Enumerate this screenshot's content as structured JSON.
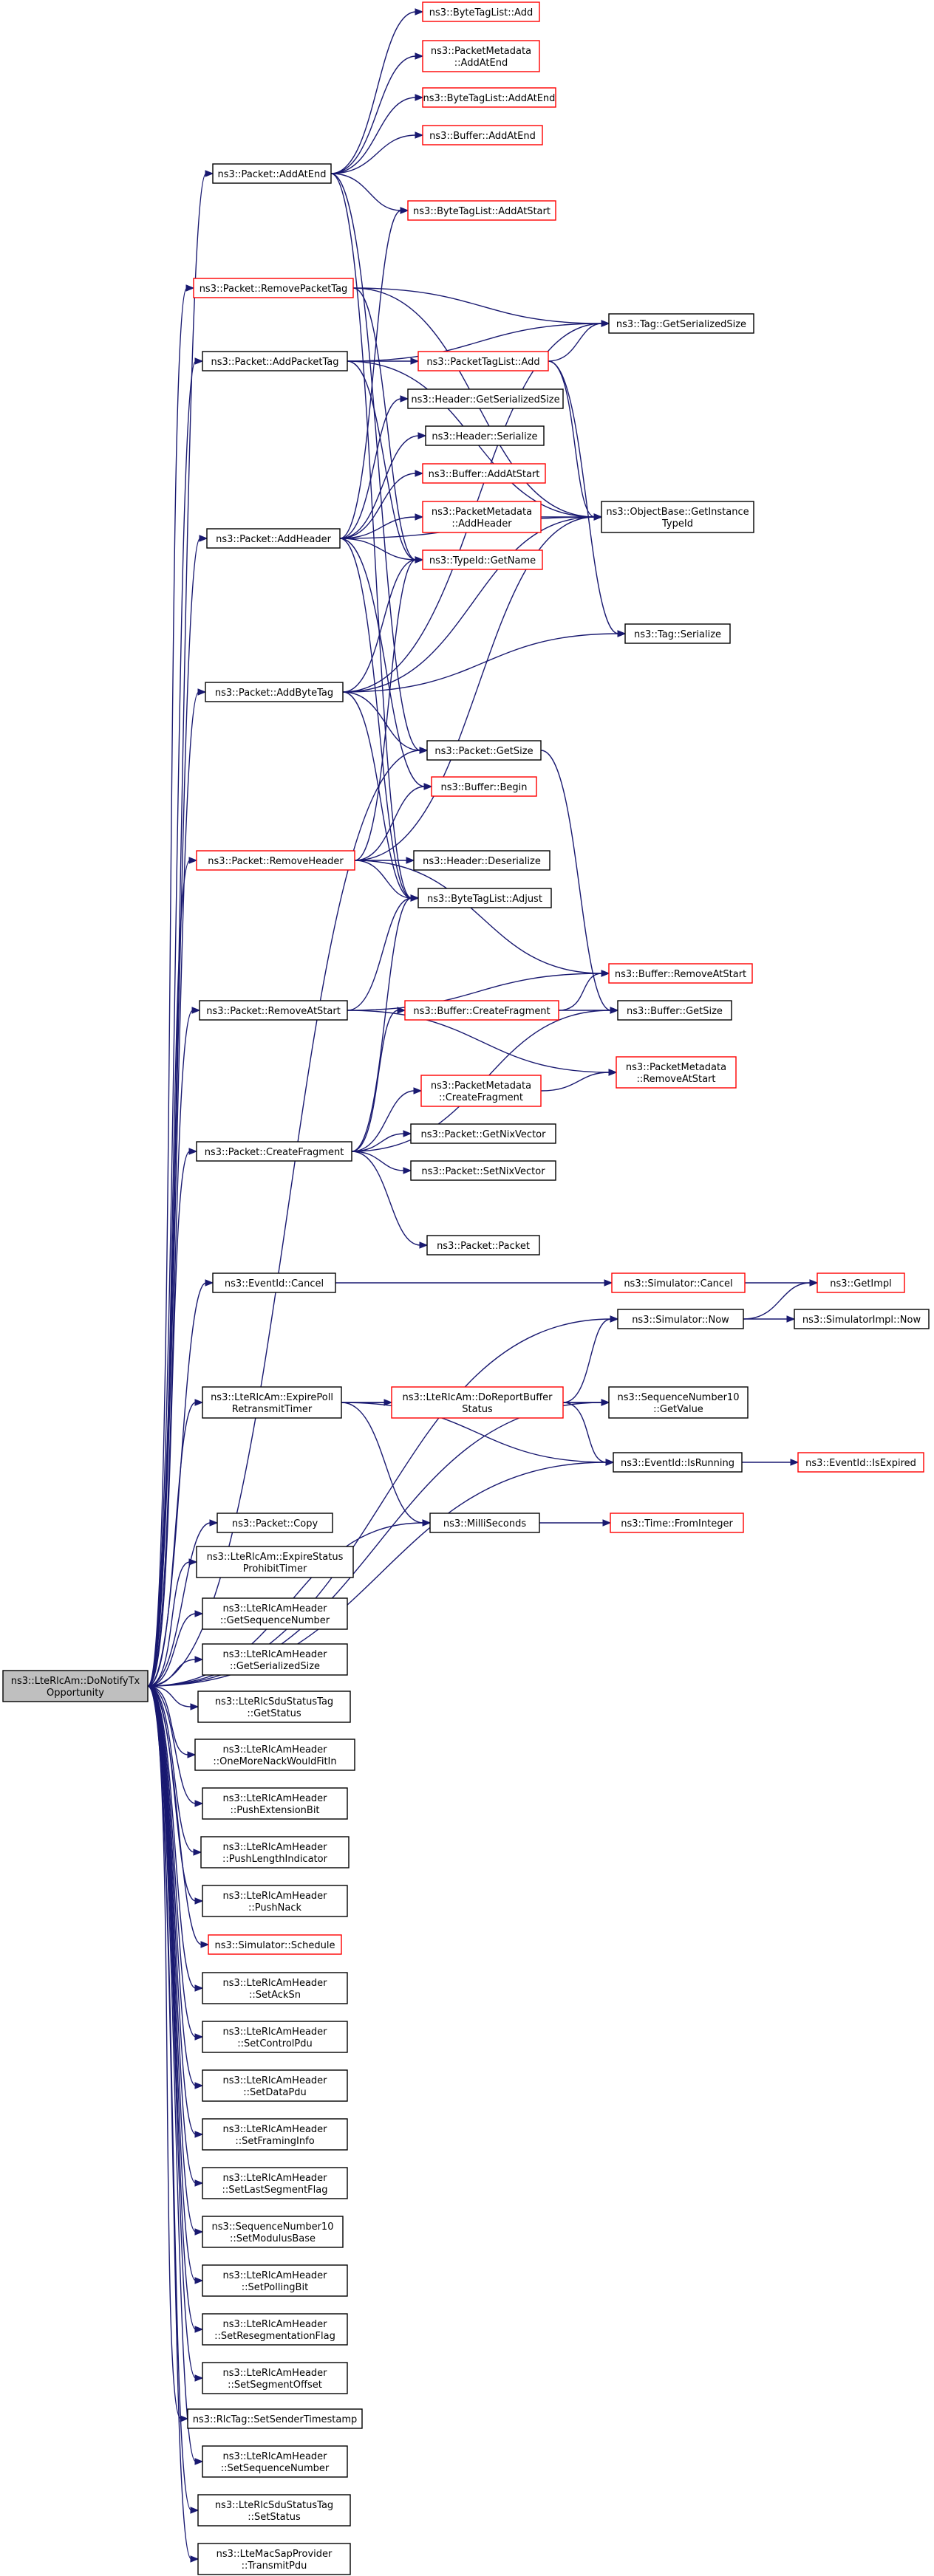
{
  "graph": {
    "title": "",
    "edge_color": "#191970",
    "node_border_default": "#000000",
    "node_border_external": "#ff0000",
    "root_fill": "#bfbfbf",
    "root": "root",
    "nodes": {
      "root": {
        "lines": [
          "ns3::LteRlcAm::DoNotifyTx",
          "Opportunity"
        ],
        "red": false
      },
      "pkt_addatend": {
        "lines": [
          "ns3::Packet::AddAtEnd"
        ],
        "red": false
      },
      "btl_add": {
        "lines": [
          "ns3::ByteTagList::Add"
        ],
        "red": true
      },
      "pm_addatend": {
        "lines": [
          "ns3::PacketMetadata",
          "::AddAtEnd"
        ],
        "red": true
      },
      "btl_addatend": {
        "lines": [
          "ns3::ByteTagList::AddAtEnd"
        ],
        "red": true
      },
      "buf_addatend": {
        "lines": [
          "ns3::Buffer::AddAtEnd"
        ],
        "red": true
      },
      "btl_addatstart": {
        "lines": [
          "ns3::ByteTagList::AddAtStart"
        ],
        "red": true
      },
      "pkt_removepackettag": {
        "lines": [
          "ns3::Packet::RemovePacketTag"
        ],
        "red": true
      },
      "tag_getserializedsize": {
        "lines": [
          "ns3::Tag::GetSerializedSize"
        ],
        "red": false
      },
      "pkt_addpackettag": {
        "lines": [
          "ns3::Packet::AddPacketTag"
        ],
        "red": false
      },
      "ptl_add": {
        "lines": [
          "ns3::PacketTagList::Add"
        ],
        "red": true
      },
      "hdr_getserializedsize": {
        "lines": [
          "ns3::Header::GetSerializedSize"
        ],
        "red": false
      },
      "hdr_serialize": {
        "lines": [
          "ns3::Header::Serialize"
        ],
        "red": false
      },
      "buf_addatstart": {
        "lines": [
          "ns3::Buffer::AddAtStart"
        ],
        "red": true
      },
      "objbase_getinstancetypeid": {
        "lines": [
          "ns3::ObjectBase::GetInstance",
          "TypeId"
        ],
        "red": false
      },
      "pkt_addheader": {
        "lines": [
          "ns3::Packet::AddHeader"
        ],
        "red": false
      },
      "pm_addheader": {
        "lines": [
          "ns3::PacketMetadata",
          "::AddHeader"
        ],
        "red": true
      },
      "typeid_getname": {
        "lines": [
          "ns3::TypeId::GetName"
        ],
        "red": true
      },
      "tag_serialize": {
        "lines": [
          "ns3::Tag::Serialize"
        ],
        "red": false
      },
      "pkt_addbytetag": {
        "lines": [
          "ns3::Packet::AddByteTag"
        ],
        "red": false
      },
      "pkt_getsize": {
        "lines": [
          "ns3::Packet::GetSize"
        ],
        "red": false
      },
      "buf_begin": {
        "lines": [
          "ns3::Buffer::Begin"
        ],
        "red": true
      },
      "pkt_removeheader": {
        "lines": [
          "ns3::Packet::RemoveHeader"
        ],
        "red": true
      },
      "hdr_deserialize": {
        "lines": [
          "ns3::Header::Deserialize"
        ],
        "red": false
      },
      "btl_adjust": {
        "lines": [
          "ns3::ByteTagList::Adjust"
        ],
        "red": false
      },
      "buf_removeatstart": {
        "lines": [
          "ns3::Buffer::RemoveAtStart"
        ],
        "red": true
      },
      "pkt_removeatstart": {
        "lines": [
          "ns3::Packet::RemoveAtStart"
        ],
        "red": false
      },
      "buf_createfragment": {
        "lines": [
          "ns3::Buffer::CreateFragment"
        ],
        "red": true
      },
      "buf_getsize": {
        "lines": [
          "ns3::Buffer::GetSize"
        ],
        "red": false
      },
      "pm_removeatstart": {
        "lines": [
          "ns3::PacketMetadata",
          "::RemoveAtStart"
        ],
        "red": true
      },
      "pm_createfragment": {
        "lines": [
          "ns3::PacketMetadata",
          "::CreateFragment"
        ],
        "red": true
      },
      "pkt_createfragment": {
        "lines": [
          "ns3::Packet::CreateFragment"
        ],
        "red": false
      },
      "pkt_getnixvector": {
        "lines": [
          "ns3::Packet::GetNixVector"
        ],
        "red": false
      },
      "pkt_setnixvector": {
        "lines": [
          "ns3::Packet::SetNixVector"
        ],
        "red": false
      },
      "pkt_packet": {
        "lines": [
          "ns3::Packet::Packet"
        ],
        "red": false
      },
      "eventid_cancel": {
        "lines": [
          "ns3::EventId::Cancel"
        ],
        "red": false
      },
      "sim_cancel": {
        "lines": [
          "ns3::Simulator::Cancel"
        ],
        "red": true
      },
      "getimpl": {
        "lines": [
          "ns3::GetImpl"
        ],
        "red": true
      },
      "sim_now": {
        "lines": [
          "ns3::Simulator::Now"
        ],
        "red": false
      },
      "simimpl_now": {
        "lines": [
          "ns3::SimulatorImpl::Now"
        ],
        "red": false
      },
      "expirepoll": {
        "lines": [
          "ns3::LteRlcAm::ExpirePoll",
          "RetransmitTimer"
        ],
        "red": false
      },
      "doreportbuffer": {
        "lines": [
          "ns3::LteRlcAm::DoReportBuffer",
          "Status"
        ],
        "red": true
      },
      "seqnum_getvalue": {
        "lines": [
          "ns3::SequenceNumber10",
          "::GetValue"
        ],
        "red": false
      },
      "eventid_isrunning": {
        "lines": [
          "ns3::EventId::IsRunning"
        ],
        "red": false
      },
      "eventid_isexpired": {
        "lines": [
          "ns3::EventId::IsExpired"
        ],
        "red": true
      },
      "pkt_copy": {
        "lines": [
          "ns3::Packet::Copy"
        ],
        "red": false
      },
      "milliseconds": {
        "lines": [
          "ns3::MilliSeconds"
        ],
        "red": false
      },
      "time_frominteger": {
        "lines": [
          "ns3::Time::FromInteger"
        ],
        "red": true
      },
      "expirestatus": {
        "lines": [
          "ns3::LteRlcAm::ExpireStatus",
          "ProhibitTimer"
        ],
        "red": false
      },
      "hdr_getseqnum": {
        "lines": [
          "ns3::LteRlcAmHeader",
          "::GetSequenceNumber"
        ],
        "red": false
      },
      "hdr_getsersize": {
        "lines": [
          "ns3::LteRlcAmHeader",
          "::GetSerializedSize"
        ],
        "red": false
      },
      "sdustatustag_getstatus": {
        "lines": [
          "ns3::LteRlcSduStatusTag",
          "::GetStatus"
        ],
        "red": false
      },
      "hdr_onemorenack": {
        "lines": [
          "ns3::LteRlcAmHeader",
          "::OneMoreNackWouldFitIn"
        ],
        "red": false
      },
      "hdr_pushextbit": {
        "lines": [
          "ns3::LteRlcAmHeader",
          "::PushExtensionBit"
        ],
        "red": false
      },
      "hdr_pushlenind": {
        "lines": [
          "ns3::LteRlcAmHeader",
          "::PushLengthIndicator"
        ],
        "red": false
      },
      "hdr_pushnack": {
        "lines": [
          "ns3::LteRlcAmHeader",
          "::PushNack"
        ],
        "red": false
      },
      "sim_schedule": {
        "lines": [
          "ns3::Simulator::Schedule"
        ],
        "red": true
      },
      "hdr_setacksn": {
        "lines": [
          "ns3::LteRlcAmHeader",
          "::SetAckSn"
        ],
        "red": false
      },
      "hdr_setcontrolpdu": {
        "lines": [
          "ns3::LteRlcAmHeader",
          "::SetControlPdu"
        ],
        "red": false
      },
      "hdr_setdatapdu": {
        "lines": [
          "ns3::LteRlcAmHeader",
          "::SetDataPdu"
        ],
        "red": false
      },
      "hdr_setframinginfo": {
        "lines": [
          "ns3::LteRlcAmHeader",
          "::SetFramingInfo"
        ],
        "red": false
      },
      "hdr_setlastseg": {
        "lines": [
          "ns3::LteRlcAmHeader",
          "::SetLastSegmentFlag"
        ],
        "red": false
      },
      "seqnum_setmodulus": {
        "lines": [
          "ns3::SequenceNumber10",
          "::SetModulusBase"
        ],
        "red": false
      },
      "hdr_setpollingbit": {
        "lines": [
          "ns3::LteRlcAmHeader",
          "::SetPollingBit"
        ],
        "red": false
      },
      "hdr_setresegflag": {
        "lines": [
          "ns3::LteRlcAmHeader",
          "::SetResegmentationFlag"
        ],
        "red": false
      },
      "hdr_setsegoffset": {
        "lines": [
          "ns3::LteRlcAmHeader",
          "::SetSegmentOffset"
        ],
        "red": false
      },
      "rlctag_setsender": {
        "lines": [
          "ns3::RlcTag::SetSenderTimestamp"
        ],
        "red": false
      },
      "hdr_setseqnum": {
        "lines": [
          "ns3::LteRlcAmHeader",
          "::SetSequenceNumber"
        ],
        "red": false
      },
      "sdustatustag_setstatus": {
        "lines": [
          "ns3::LteRlcSduStatusTag",
          "::SetStatus"
        ],
        "red": false
      },
      "macsap_transmitpdu": {
        "lines": [
          "ns3::LteMacSapProvider",
          "::TransmitPdu"
        ],
        "red": false
      }
    },
    "edges": [
      [
        "root",
        "pkt_addatend"
      ],
      [
        "root",
        "pkt_removepackettag"
      ],
      [
        "root",
        "pkt_addpackettag"
      ],
      [
        "root",
        "pkt_addheader"
      ],
      [
        "root",
        "pkt_addbytetag"
      ],
      [
        "root",
        "pkt_getsize"
      ],
      [
        "root",
        "pkt_removeheader"
      ],
      [
        "root",
        "pkt_removeatstart"
      ],
      [
        "root",
        "pkt_createfragment"
      ],
      [
        "root",
        "eventid_cancel"
      ],
      [
        "root",
        "sim_now"
      ],
      [
        "root",
        "expirepoll"
      ],
      [
        "root",
        "seqnum_getvalue"
      ],
      [
        "root",
        "eventid_isrunning"
      ],
      [
        "root",
        "pkt_copy"
      ],
      [
        "root",
        "milliseconds"
      ],
      [
        "root",
        "expirestatus"
      ],
      [
        "root",
        "hdr_getseqnum"
      ],
      [
        "root",
        "hdr_getsersize"
      ],
      [
        "root",
        "sdustatustag_getstatus"
      ],
      [
        "root",
        "hdr_onemorenack"
      ],
      [
        "root",
        "hdr_pushextbit"
      ],
      [
        "root",
        "hdr_pushlenind"
      ],
      [
        "root",
        "hdr_pushnack"
      ],
      [
        "root",
        "sim_schedule"
      ],
      [
        "root",
        "hdr_setacksn"
      ],
      [
        "root",
        "hdr_setcontrolpdu"
      ],
      [
        "root",
        "hdr_setdatapdu"
      ],
      [
        "root",
        "hdr_setframinginfo"
      ],
      [
        "root",
        "hdr_setlastseg"
      ],
      [
        "root",
        "seqnum_setmodulus"
      ],
      [
        "root",
        "hdr_setpollingbit"
      ],
      [
        "root",
        "hdr_setresegflag"
      ],
      [
        "root",
        "hdr_setsegoffset"
      ],
      [
        "root",
        "rlctag_setsender"
      ],
      [
        "root",
        "hdr_setseqnum"
      ],
      [
        "root",
        "sdustatustag_setstatus"
      ],
      [
        "root",
        "macsap_transmitpdu"
      ],
      [
        "pkt_addatend",
        "btl_add"
      ],
      [
        "pkt_addatend",
        "pm_addatend"
      ],
      [
        "pkt_addatend",
        "btl_addatend"
      ],
      [
        "pkt_addatend",
        "buf_addatend"
      ],
      [
        "pkt_addatend",
        "btl_addatstart"
      ],
      [
        "pkt_addatend",
        "pkt_getsize"
      ],
      [
        "pkt_addatend",
        "btl_adjust"
      ],
      [
        "pkt_removepackettag",
        "tag_getserializedsize"
      ],
      [
        "pkt_removepackettag",
        "objbase_getinstancetypeid"
      ],
      [
        "pkt_removepackettag",
        "typeid_getname"
      ],
      [
        "pkt_addpackettag",
        "ptl_add"
      ],
      [
        "pkt_addpackettag",
        "tag_getserializedsize"
      ],
      [
        "pkt_addpackettag",
        "objbase_getinstancetypeid"
      ],
      [
        "pkt_addpackettag",
        "typeid_getname"
      ],
      [
        "ptl_add",
        "tag_getserializedsize"
      ],
      [
        "ptl_add",
        "objbase_getinstancetypeid"
      ],
      [
        "ptl_add",
        "tag_serialize"
      ],
      [
        "pkt_addheader",
        "btl_addatstart"
      ],
      [
        "pkt_addheader",
        "hdr_getserializedsize"
      ],
      [
        "pkt_addheader",
        "hdr_serialize"
      ],
      [
        "pkt_addheader",
        "buf_addatstart"
      ],
      [
        "pkt_addheader",
        "pm_addheader"
      ],
      [
        "pkt_addheader",
        "typeid_getname"
      ],
      [
        "pkt_addheader",
        "objbase_getinstancetypeid"
      ],
      [
        "pkt_addheader",
        "buf_begin"
      ],
      [
        "pkt_addheader",
        "btl_adjust"
      ],
      [
        "pm_addheader",
        "objbase_getinstancetypeid"
      ],
      [
        "pkt_addbytetag",
        "tag_getserializedsize"
      ],
      [
        "pkt_addbytetag",
        "objbase_getinstancetypeid"
      ],
      [
        "pkt_addbytetag",
        "typeid_getname"
      ],
      [
        "pkt_addbytetag",
        "tag_serialize"
      ],
      [
        "pkt_addbytetag",
        "pkt_getsize"
      ],
      [
        "pkt_addbytetag",
        "btl_adjust"
      ],
      [
        "pkt_getsize",
        "buf_getsize"
      ],
      [
        "pkt_removeheader",
        "buf_begin"
      ],
      [
        "pkt_removeheader",
        "hdr_deserialize"
      ],
      [
        "pkt_removeheader",
        "btl_adjust"
      ],
      [
        "pkt_removeheader",
        "buf_removeatstart"
      ],
      [
        "pkt_removeheader",
        "objbase_getinstancetypeid"
      ],
      [
        "pkt_removeheader",
        "typeid_getname"
      ],
      [
        "pkt_removeatstart",
        "btl_adjust"
      ],
      [
        "pkt_removeatstart",
        "buf_removeatstart"
      ],
      [
        "pkt_removeatstart",
        "pm_removeatstart"
      ],
      [
        "buf_createfragment",
        "buf_removeatstart"
      ],
      [
        "buf_createfragment",
        "buf_getsize"
      ],
      [
        "pm_createfragment",
        "pm_removeatstart"
      ],
      [
        "pkt_createfragment",
        "btl_adjust"
      ],
      [
        "pkt_createfragment",
        "buf_createfragment"
      ],
      [
        "pkt_createfragment",
        "pm_createfragment"
      ],
      [
        "pkt_createfragment",
        "pkt_getnixvector"
      ],
      [
        "pkt_createfragment",
        "pkt_setnixvector"
      ],
      [
        "pkt_createfragment",
        "pkt_packet"
      ],
      [
        "pkt_createfragment",
        "buf_getsize"
      ],
      [
        "eventid_cancel",
        "sim_cancel"
      ],
      [
        "sim_cancel",
        "getimpl"
      ],
      [
        "sim_now",
        "getimpl"
      ],
      [
        "sim_now",
        "simimpl_now"
      ],
      [
        "expirepoll",
        "doreportbuffer"
      ],
      [
        "expirepoll",
        "seqnum_getvalue"
      ],
      [
        "expirepoll",
        "eventid_isrunning"
      ],
      [
        "expirepoll",
        "milliseconds"
      ],
      [
        "doreportbuffer",
        "sim_now"
      ],
      [
        "doreportbuffer",
        "seqnum_getvalue"
      ],
      [
        "doreportbuffer",
        "eventid_isrunning"
      ],
      [
        "eventid_isrunning",
        "eventid_isexpired"
      ],
      [
        "milliseconds",
        "time_frominteger"
      ]
    ]
  }
}
